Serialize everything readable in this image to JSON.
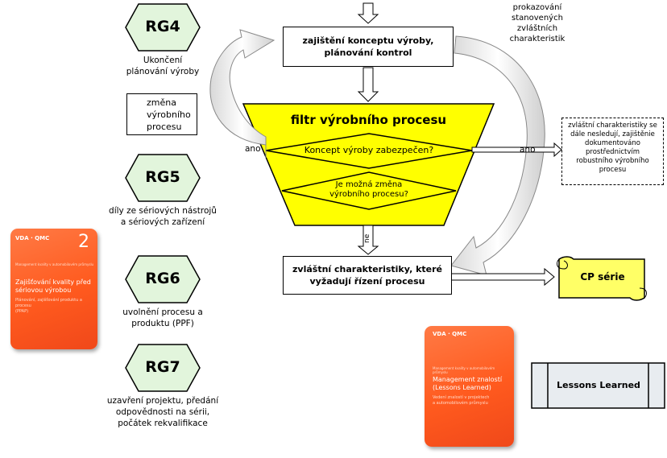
{
  "gates": [
    {
      "code": "RG4",
      "caption": [
        "Ukončení",
        "plánování výroby"
      ]
    },
    {
      "code": "RG5",
      "caption": [
        "díly ze sériových nástrojů",
        "a sériových zařízení"
      ]
    },
    {
      "code": "RG6",
      "caption": [
        "uvolnění procesu a",
        "produktu (PPF)"
      ]
    },
    {
      "code": "RG7",
      "caption": [
        "uzavření projektu, předání",
        "odpovědnosti na sérii,",
        "počátek rekvalifikace"
      ]
    }
  ],
  "change_box": [
    "změna",
    "výrobního",
    "procesu"
  ],
  "concept_box": [
    "zajištění konceptu výroby,",
    "plánování  kontrol"
  ],
  "filter": {
    "title": "filtr výrobního procesu",
    "q1": "Koncept výroby zabezpečen?",
    "q2": [
      "Je možná změna",
      "výrobního procesu?"
    ]
  },
  "labels": {
    "ano_left": "ano",
    "ano_right": "ano",
    "ne": "ne"
  },
  "top_right_note": [
    "prokazování",
    "stanovených",
    "zvláštních",
    "charakteristik"
  ],
  "dashed_box": [
    "zvláštní charakteristiky se",
    "dále nesledují, zajištěnie",
    "dokumentováno",
    "prostřednictvím",
    "robustního výrobního",
    "procesu"
  ],
  "process_box": [
    "zvláštní  charakteristiky,  které",
    "vyžadují  řízení procesu"
  ],
  "cp_serie": "CP série",
  "lessons": "Lessons  Learned",
  "book1": {
    "logo": "VDA · QMC",
    "number": "2",
    "series": "Management kvality v automobilovém průmyslu",
    "title": [
      "Zajišťování kvality před",
      "sériovou výrobou"
    ],
    "subtitle": [
      "Plánování, zajišťování produktu a procesu",
      "(PPAP)"
    ]
  },
  "book2": {
    "logo": "VDA · QMC",
    "series": "Management kvality v automobilovém průmyslu",
    "title": [
      "Management znalostí",
      "(Lessons Learned)"
    ],
    "subtitle": [
      "Vedení znalostí v projektech",
      "a automobilovém průmyslu"
    ]
  },
  "colors": {
    "gate_fill": "#e2f5dc",
    "gate_stroke": "#000000",
    "filter_fill": "#ffff00",
    "cp_fill": "#ffff66",
    "lessons_fill": "#e8ecf0",
    "arrow_fill": "#f4f4f4",
    "book_orange": "#ff5a1e"
  }
}
